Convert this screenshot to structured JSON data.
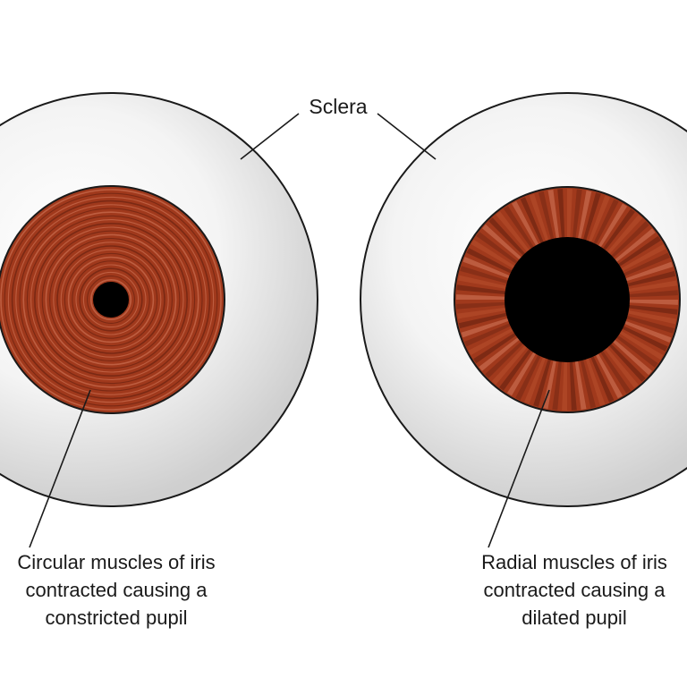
{
  "labels": {
    "sclera": "Sclera",
    "left_caption": [
      "Circular muscles of iris",
      "contracted causing a",
      "constricted pupil"
    ],
    "right_caption": [
      "Radial muscles of iris",
      "contracted causing a",
      "dilated pupil"
    ]
  },
  "colors": {
    "sclera_fill": "#ececec",
    "iris_base": "#a0391c",
    "iris_light": "#c86b4e",
    "iris_dark": "#6e2411",
    "pupil": "#000000",
    "outline": "#1a1a1a"
  },
  "figure": {
    "left_eye": "constricted",
    "right_eye": "dilated"
  }
}
